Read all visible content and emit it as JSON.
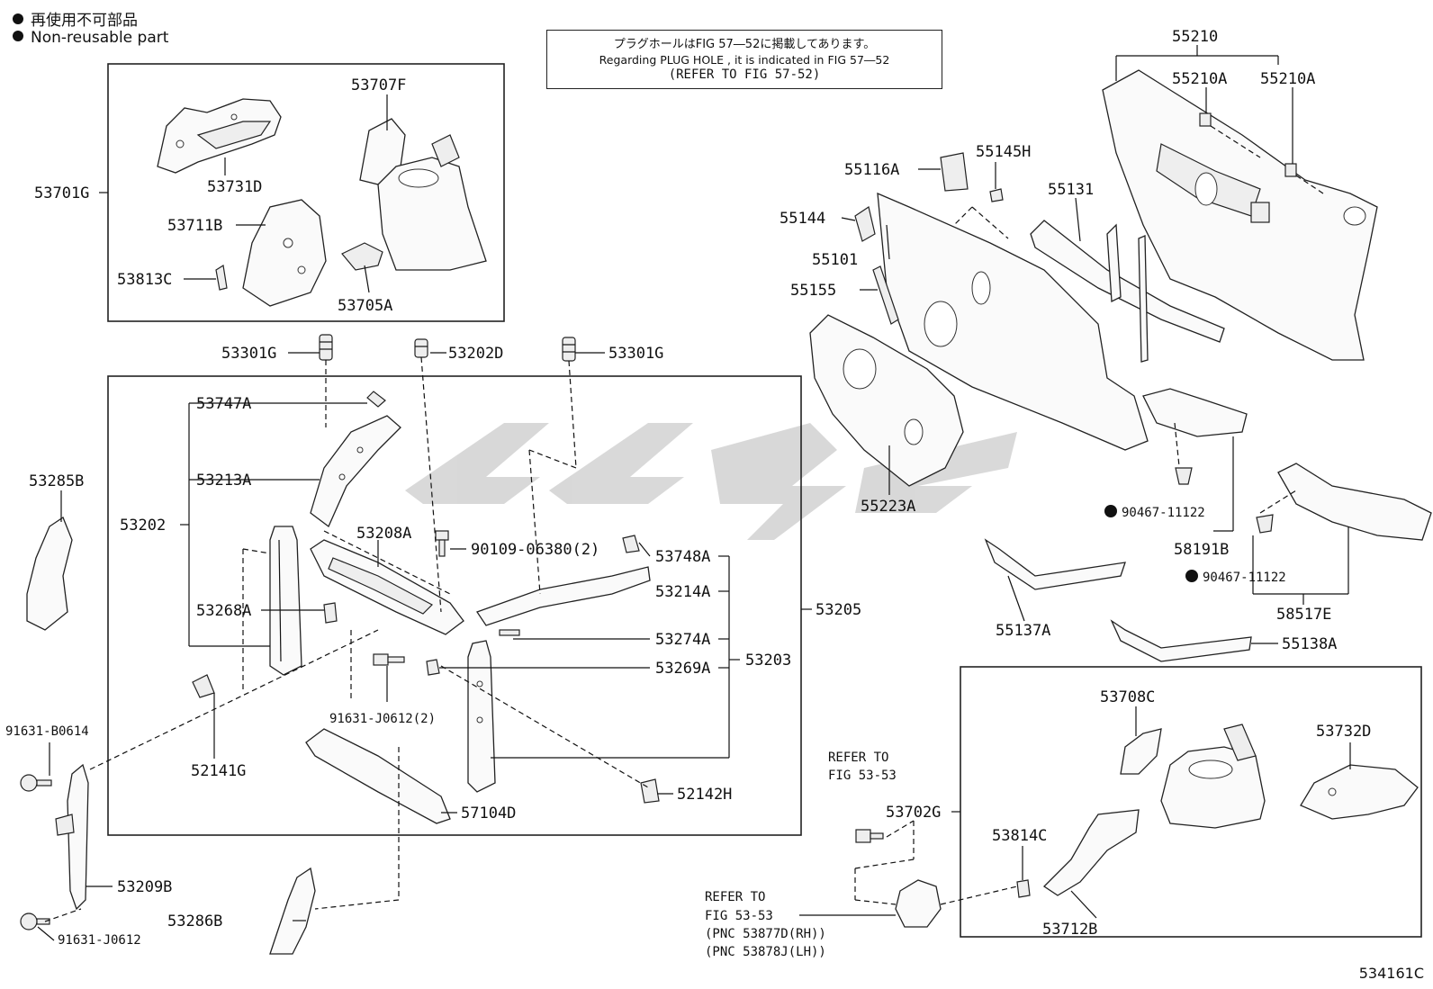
{
  "legend": {
    "line1": "再使用不可部品",
    "line2": "Non-reusable part"
  },
  "note": {
    "line1": "プラグホールはFIG 57―52に掲載してあります。",
    "line2": "Regarding PLUG HOLE , it is indicated in FIG 57―52",
    "line3": "(REFER TO FIG 57-52)"
  },
  "figure_id": "534161C",
  "refs": {
    "ref1_line1": "REFER TO",
    "ref1_line2": "FIG 53-53",
    "ref2_line1": "REFER TO",
    "ref2_line2": "FIG 53-53",
    "ref2_line3": "(PNC 53877D(RH))",
    "ref2_line4": "(PNC 53878J(LH))"
  },
  "parts": {
    "p53701G": "53701G",
    "p53707F": "53707F",
    "p53731D": "53731D",
    "p53711B": "53711B",
    "p53813C": "53813C",
    "p53705A": "53705A",
    "p53301G_a": "53301G",
    "p53202D": "53202D",
    "p53301G_b": "53301G",
    "p53747A": "53747A",
    "p53213A": "53213A",
    "p53202": "53202",
    "p53208A": "53208A",
    "p53268A": "53268A",
    "p90109": "90109-06380(2)",
    "p53748A": "53748A",
    "p53214A": "53214A",
    "p53274A": "53274A",
    "p53269A": "53269A",
    "p53203": "53203",
    "p53205": "53205",
    "p91631J2": "91631-J0612(2)",
    "p52141G": "52141G",
    "p57104D": "57104D",
    "p52142H": "52142H",
    "p53285B": "53285B",
    "p91631B": "91631-B0614",
    "p53209B": "53209B",
    "p53286B": "53286B",
    "p91631J": "91631-J0612",
    "p55210": "55210",
    "p55210A_a": "55210A",
    "p55210A_b": "55210A",
    "p55116A": "55116A",
    "p55145H": "55145H",
    "p55144": "55144",
    "p55131": "55131",
    "p55101": "55101",
    "p55155": "55155",
    "p55223A": "55223A",
    "p90467_a": "90467-11122",
    "p58191B": "58191B",
    "p90467_b": "90467-11122",
    "p58517E": "58517E",
    "p55137A": "55137A",
    "p55138A": "55138A",
    "p53708C": "53708C",
    "p53732D": "53732D",
    "p53702G": "53702G",
    "p53814C": "53814C",
    "p53712B": "53712B"
  }
}
